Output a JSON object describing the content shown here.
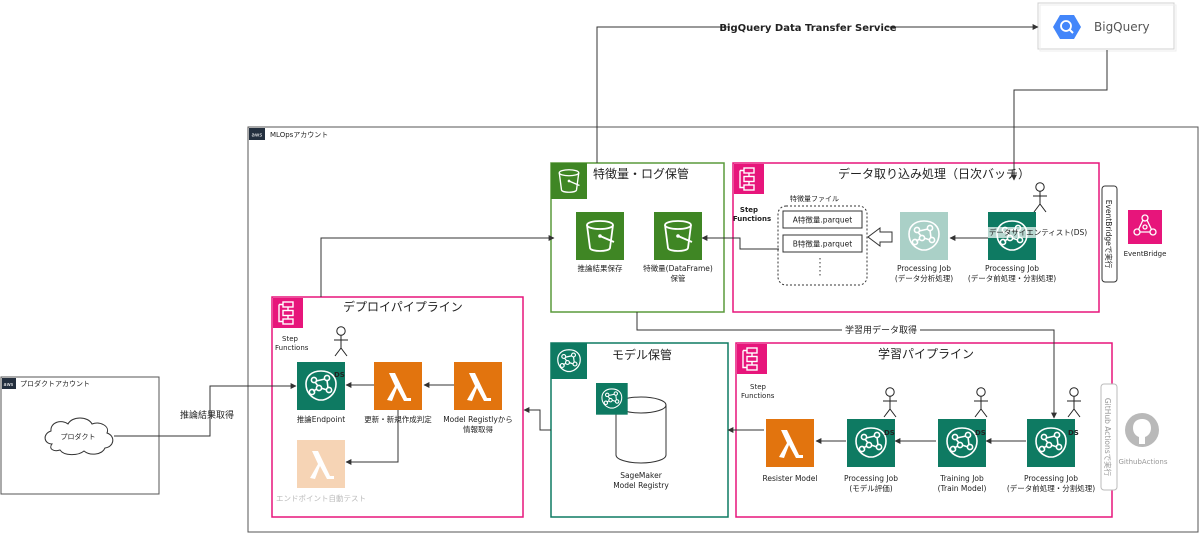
{
  "top_edge_label": "BigQuery Data Transfer Service",
  "bigquery": {
    "label": "BigQuery"
  },
  "mlops_account": {
    "label": "MLOpsアカウント"
  },
  "product_account": {
    "label": "プロダクトアカウント",
    "cloud_label": "プロダクト"
  },
  "inference_fetch_label": "推論結果取得",
  "train_fetch_label": "学習用データ取得",
  "feature_store": {
    "title": "特徴量・ログ保管",
    "inference_bucket": "推論結果保存",
    "feature_bucket_line1": "特徴量(DataFrame)",
    "feature_bucket_line2": "保管"
  },
  "ingest": {
    "title": "データ取り込み処理（日次バッチ）",
    "step_functions_line1": "Step",
    "step_functions_line2": "Functions",
    "files_title": "特徴量ファイル",
    "file_a": "A特徴量.parquet",
    "file_b": "B特徴量.parquet",
    "ds_label": "データサイエンティスト(DS)",
    "job1_line1": "Processing Job",
    "job1_line2": "(データ分析処理)",
    "job2_line1": "Processing Job",
    "job2_line2": "(データ前処理・分割処理)",
    "eventbridge_side": "EventBridgeで実行",
    "eventbridge_icon_label": "EventBridge"
  },
  "deploy": {
    "title": "デプロイパイプライン",
    "step_functions_line1": "Step",
    "step_functions_line2": "Functions",
    "endpoint_label": "推論Endpoint",
    "update_label": "更新・新規作成判定",
    "registry_fetch_line1": "Model Registlyから",
    "registry_fetch_line2": "情報取得",
    "auto_test_label": "エンドポイント自動テスト",
    "ds_badge": "DS"
  },
  "model_store": {
    "title": "モデル保管",
    "registry_line1": "SageMaker",
    "registry_line2": "Model Registry"
  },
  "training": {
    "title": "学習パイプライン",
    "step_functions_line1": "Step",
    "step_functions_line2": "Functions",
    "register_label": "Resister Model",
    "eval_line1": "Processing Job",
    "eval_line2": "(モデル評価)",
    "train_line1": "Training Job",
    "train_line2": "(Train Model)",
    "prep_line1": "Processing Job",
    "prep_line2": "(データ前処理・分割処理)",
    "ds_badge": "DS",
    "github_side": "GitHub Actionsで実行",
    "github_icon_label": "GithubActions"
  },
  "colors": {
    "pink": "#e7157b",
    "green": "#5a9a3b",
    "s3_green": "#3f8624",
    "ml_green": "#0e7a62",
    "lambda_orange": "#e2740e",
    "frame_gray": "#555555"
  }
}
